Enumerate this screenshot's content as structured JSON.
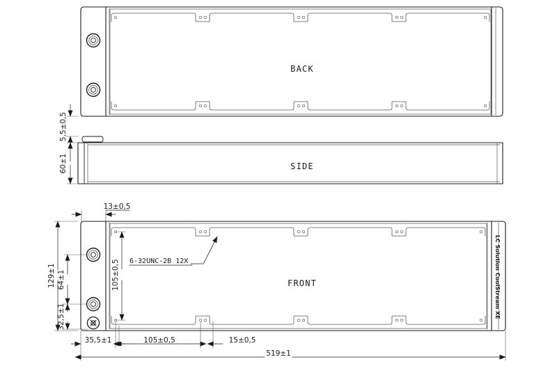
{
  "drawing": {
    "title": "Radiator technical drawing",
    "line_color": "#1a1a1a",
    "thin_color": "#555555",
    "background": "#ffffff",
    "views": [
      {
        "id": "back",
        "label": "BACK"
      },
      {
        "id": "side",
        "label": "SIDE"
      },
      {
        "id": "front",
        "label": "FRONT"
      }
    ],
    "view_labels": {
      "back": "BACK",
      "side": "SIDE",
      "front": "FRONT"
    },
    "branding": {
      "side_text": "LC Solution CoolStream XE"
    },
    "callouts": [
      {
        "id": "thread-callout",
        "text": "6-32UNC-2B  12X"
      }
    ],
    "dimensions": {
      "thickness_flange": "5,5±0,5",
      "depth": "60±1",
      "port_offset": "13±0,5",
      "overall_height": "129±1",
      "port_spacing": "64±1",
      "lower_port": "32,5±1",
      "fan_pitch_vertical": "105±0,5",
      "end_offset": "35,5±1",
      "fan_pitch_horizontal": "105±0,5",
      "tab_spacing": "15±0,5",
      "overall_length": "519±1"
    },
    "dimension_list": [
      {
        "name": "thickness_flange",
        "value": "5,5±0,5",
        "orientation": "vertical",
        "view": "back"
      },
      {
        "name": "depth",
        "value": "60±1",
        "orientation": "vertical",
        "view": "side"
      },
      {
        "name": "port_offset",
        "value": "13±0,5",
        "orientation": "horizontal",
        "view": "front"
      },
      {
        "name": "overall_height",
        "value": "129±1",
        "orientation": "vertical",
        "view": "front"
      },
      {
        "name": "port_spacing",
        "value": "64±1",
        "orientation": "vertical",
        "view": "front"
      },
      {
        "name": "lower_port",
        "value": "32,5±1",
        "orientation": "vertical",
        "view": "front"
      },
      {
        "name": "fan_pitch_vertical",
        "value": "105±0,5",
        "orientation": "vertical",
        "view": "front"
      },
      {
        "name": "end_offset",
        "value": "35,5±1",
        "orientation": "horizontal",
        "view": "front"
      },
      {
        "name": "fan_pitch_horizontal",
        "value": "105±0,5",
        "orientation": "horizontal",
        "view": "front"
      },
      {
        "name": "tab_spacing",
        "value": "15±0,5",
        "orientation": "horizontal",
        "view": "front"
      },
      {
        "name": "overall_length",
        "value": "519±1",
        "orientation": "horizontal",
        "view": "front"
      }
    ]
  }
}
